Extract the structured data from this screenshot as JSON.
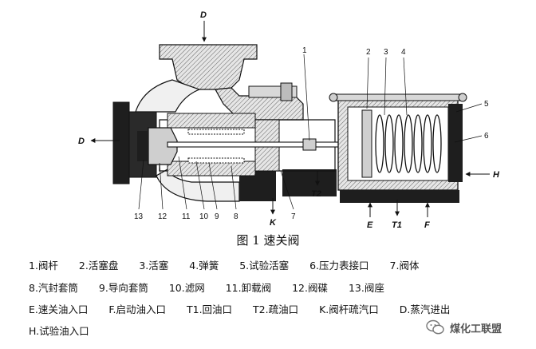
{
  "figure": {
    "caption": "图 1 速关阀",
    "callouts": [
      "1",
      "2",
      "3",
      "4",
      "5",
      "6",
      "7",
      "8",
      "9",
      "10",
      "11",
      "12",
      "13"
    ],
    "flow_labels": {
      "d_top": "D",
      "d_left": "D",
      "k": "K",
      "t2": "T2",
      "e": "E",
      "t1": "T1",
      "f": "F",
      "h": "H"
    }
  },
  "legend": {
    "rows": [
      [
        "1.阀杆",
        "2.活塞盘",
        "3.活塞",
        "4.弹簧",
        "5.试验活塞",
        "6.压力表接口",
        "7.阀体"
      ],
      [
        "8.汽封套筒",
        "9.导向套筒",
        "10.滤网",
        "11.卸载阀",
        "12.阀碟",
        "13.阀座"
      ],
      [
        "E.速关油入口",
        "F.启动油入口",
        "T1.回油口",
        "T2.疏油口",
        "K.阀杆疏汽口",
        "D.蒸汽进出"
      ],
      [
        "H.试验油入口"
      ]
    ]
  },
  "watermark": {
    "text": "煤化工联盟",
    "icon": "wechat-icon"
  }
}
